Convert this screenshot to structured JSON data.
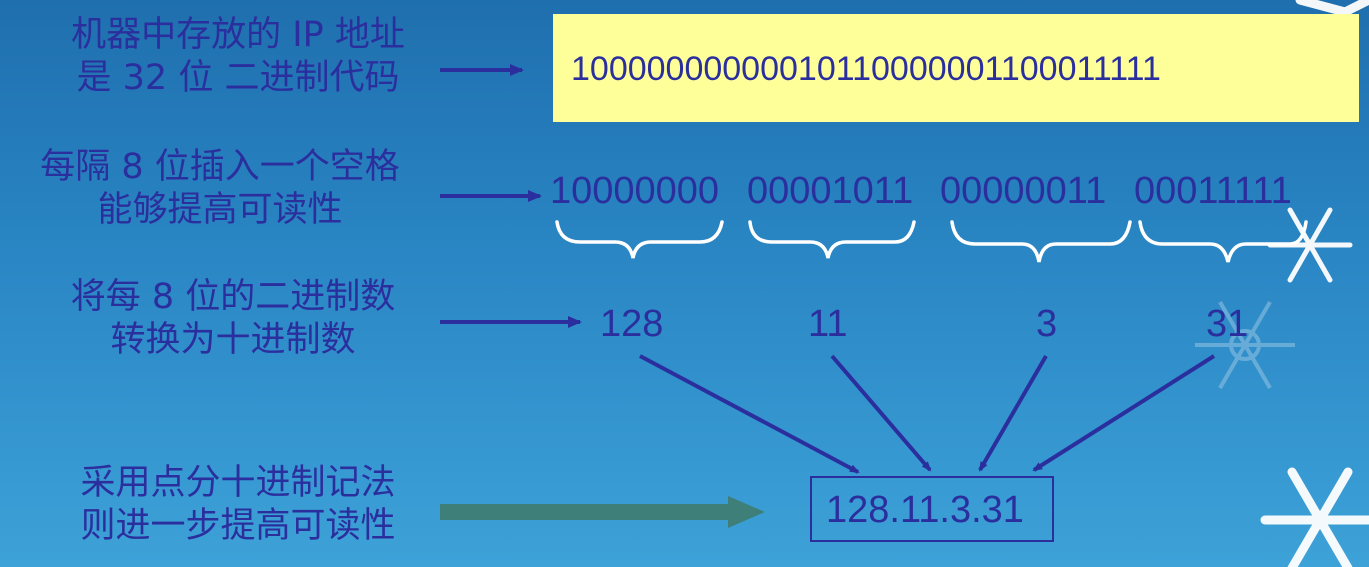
{
  "labels": {
    "stored": [
      "机器中存放的 IP 地址",
      "是 32 位 二进制代码"
    ],
    "spacing": [
      "每隔 8 位插入一个空格",
      "能够提高可读性"
    ],
    "convert": [
      "将每 8 位的二进制数",
      "转换为十进制数"
    ],
    "dotted": [
      "采用点分十进制记法",
      "则进一步提高可读性"
    ]
  },
  "binary_full": "10000000000010110000001100011111",
  "octets_binary": [
    "10000000",
    "00001011",
    "00000011",
    "00011111"
  ],
  "octets_decimal": [
    "128",
    "11",
    "3",
    "31"
  ],
  "dotted_result": "128.11.3.31",
  "colors": {
    "text": "#2b2f9e",
    "highlight": "#ffff99",
    "thick_arrow": "#3f7f7a",
    "bracket": "#ffffff"
  }
}
